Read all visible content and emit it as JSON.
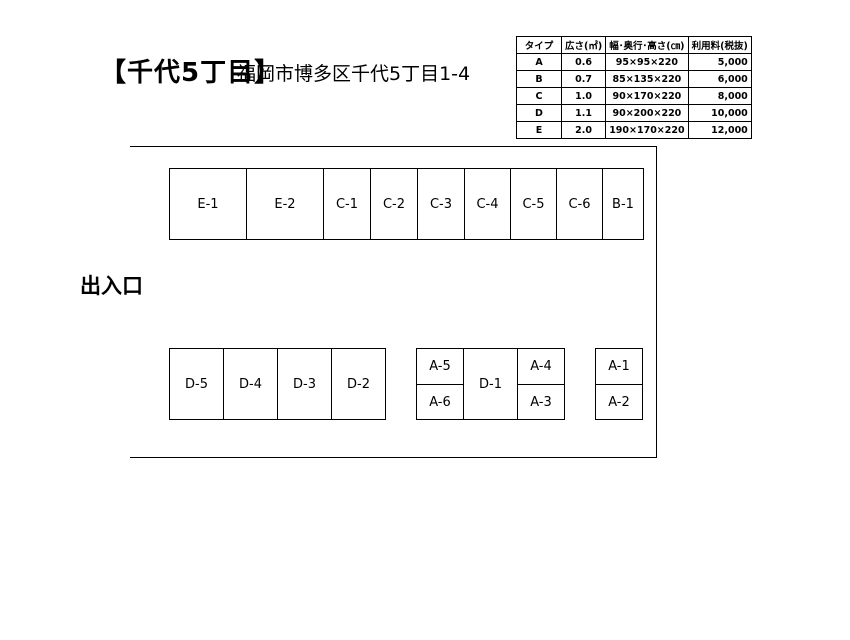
{
  "header": {
    "title": "【千代5丁目】",
    "address": "福岡市博多区千代5丁目1-4"
  },
  "price_table": {
    "headers": [
      "タイプ",
      "広さ(㎡)",
      "幅･奥行･高さ(㎝)",
      "利用料(税抜)"
    ],
    "rows": [
      [
        "A",
        "0.6",
        "95×95×220",
        "5,000"
      ],
      [
        "B",
        "0.7",
        "85×135×220",
        "6,000"
      ],
      [
        "C",
        "1.0",
        "90×170×220",
        "8,000"
      ],
      [
        "D",
        "1.1",
        "90×200×220",
        "10,000"
      ],
      [
        "E",
        "2.0",
        "190×170×220",
        "12,000"
      ]
    ]
  },
  "entrance": {
    "label": "出入口"
  },
  "slots": {
    "top_row": [
      "E-1",
      "E-2",
      "C-1",
      "C-2",
      "C-3",
      "C-4",
      "C-5",
      "C-6",
      "B-1"
    ],
    "bottom_left": [
      "D-5",
      "D-4",
      "D-3",
      "D-2"
    ],
    "bottom_mid": [
      "A-5",
      "A-6",
      "D-1",
      "A-4",
      "A-3"
    ],
    "bottom_right": [
      "A-1",
      "A-2"
    ]
  }
}
